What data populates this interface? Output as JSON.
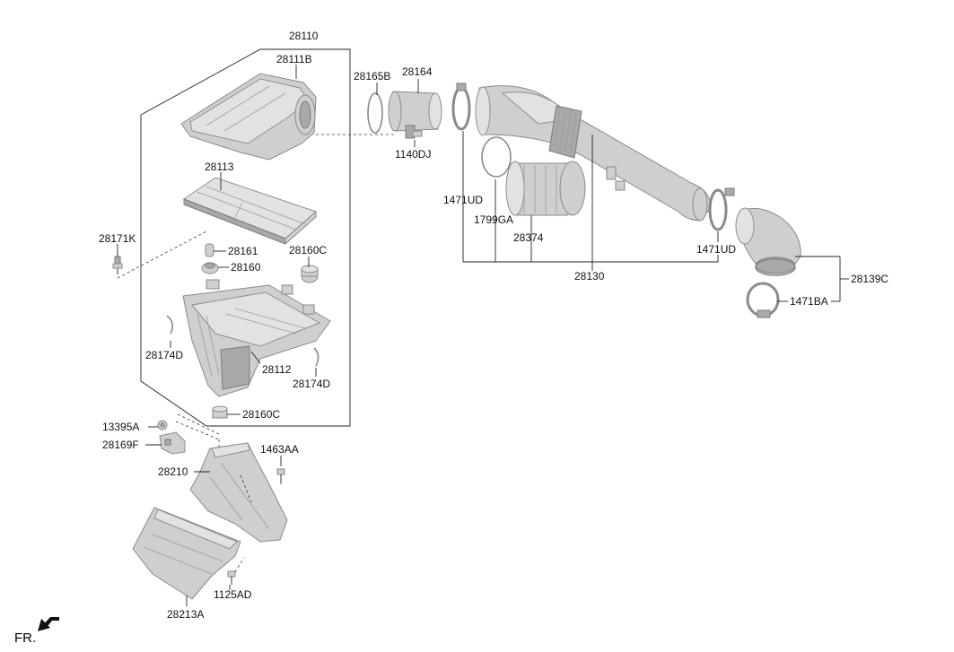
{
  "labels": {
    "p28110": "28110",
    "p28111B": "28111B",
    "p28165B": "28165B",
    "p28164": "28164",
    "p1140DJ": "1140DJ",
    "p28113": "28113",
    "p28171K": "28171K",
    "p28161": "28161",
    "p28160": "28160",
    "p28160C_top": "28160C",
    "p28174D_left": "28174D",
    "p28112": "28112",
    "p28174D_right": "28174D",
    "p28160C_bottom": "28160C",
    "p13395A": "13395A",
    "p28169F": "28169F",
    "p28210": "28210",
    "p1463AA": "1463AA",
    "p1125AD": "1125AD",
    "p28213A": "28213A",
    "p1471UD_left": "1471UD",
    "p1799GA": "1799GA",
    "p28374": "28374",
    "p28130": "28130",
    "p1471UD_right": "1471UD",
    "p28139C": "28139C",
    "p1471BA": "1471BA",
    "fr": "FR."
  },
  "icons": {
    "front_direction": "arrow-left-down-icon"
  }
}
